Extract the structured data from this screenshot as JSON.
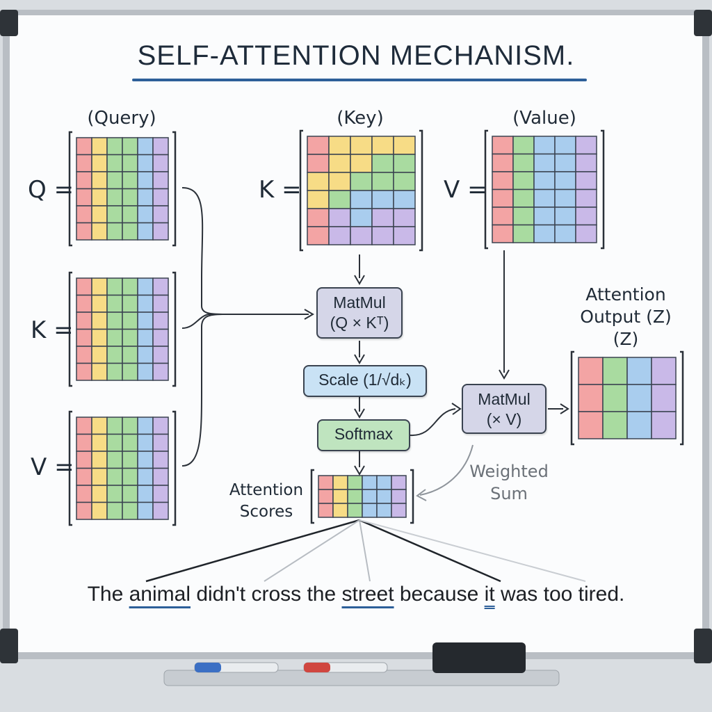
{
  "title": "SELF-ATTENTION MECHANISM.",
  "matrices": {
    "query_label": "(Query)",
    "key_label": "(Key)",
    "value_label": "(Value)",
    "q_eq": "Q =",
    "k_eq": "K =",
    "v_eq": "V =",
    "k2_eq": "K =",
    "v2_eq": "V ="
  },
  "ops": {
    "matmul1_line1": "MatMul",
    "matmul1_line2": "(Q × Kᵀ)",
    "scale": "Scale (1/√dₖ)",
    "softmax": "Softmax",
    "matmul2_line1": "MatMul",
    "matmul2_line2": "(× V)"
  },
  "output": {
    "line1": "Attention",
    "line2": "Output (Z)",
    "line3": "(Z)"
  },
  "scores": {
    "line1": "Attention",
    "line2": "Scores"
  },
  "weighted": {
    "line1": "Weighted",
    "line2": "Sum"
  },
  "sentence": {
    "w1": "The ",
    "w2": "animal",
    "w3": " didn't cross the ",
    "w4": "street",
    "w5": " because ",
    "w6": "it",
    "w7": " was too tired."
  },
  "colors": {
    "red": "#f3a4a4",
    "yellow": "#f7dc86",
    "green": "#a9dba0",
    "blue": "#a9cdee",
    "purple": "#c9b9e8",
    "accent": "#2d5f99",
    "matmul_box": "#d5d6e8",
    "scale_box": "#c9e2f5",
    "softmax_box": "#bfe4bf"
  }
}
